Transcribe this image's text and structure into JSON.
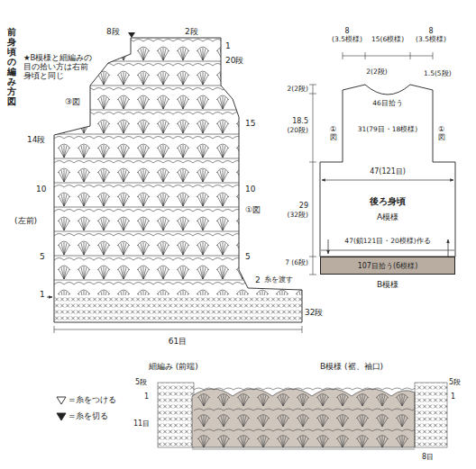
{
  "diagram": {
    "title": "前身頃の編み方図",
    "nodes": [
      {
        "text": [
          "後ろ身頃",
          "A模様"
        ]
      },
      {
        "text": [
          "107目拾う(6模様)",
          "B模様"
        ]
      }
    ],
    "labels": [
      "★B模様と細編みの目の拾い方は右前身頃と同じ",
      "8段",
      "2段",
      "1",
      "20段",
      "③図",
      "15",
      "14段",
      "10",
      "10",
      "(左前)",
      "①図",
      "5",
      "5",
      "1",
      "2",
      "糸を渡す",
      "32段",
      "61目",
      "8",
      "(3.5模様)",
      "15(6模様)",
      "8",
      "(3.5模様)",
      "2(2段)",
      "1.5(5段)",
      "46目拾う",
      "31(79目・18模様)",
      "①図",
      "①図",
      "47(121目)",
      "2(2段)",
      "18.5",
      "(20段)",
      "29",
      "(32段)",
      "7 (6段)",
      "47(鎖121目・20模様)作る",
      "細編み (前端)",
      "B模様 (裾、袖口)",
      "5段",
      "1",
      "11目",
      "5段",
      "1",
      "8目"
    ],
    "legend": [
      {
        "text": "=糸をつける"
      },
      {
        "text": "=糸を切る"
      }
    ]
  }
}
